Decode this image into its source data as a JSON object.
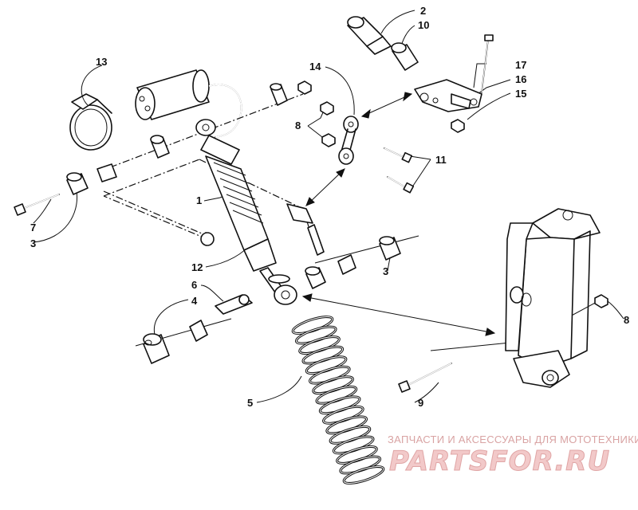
{
  "callouts": {
    "c2": "2",
    "c10": "10",
    "c13": "13",
    "c14": "14",
    "c17": "17",
    "c16": "16",
    "c15": "15",
    "c8a": "8",
    "c11": "11",
    "c1": "1",
    "c7": "7",
    "c3a": "3",
    "c12": "12",
    "c6": "6",
    "c4": "4",
    "c3b": "3",
    "c8b": "8",
    "c5": "5",
    "c9": "9"
  },
  "watermark": {
    "subtitle": "ЗАПЧАСТИ И АКСЕССУАРЫ ДЛЯ МОТОТЕХНИКИ",
    "brand": "PARTSFOR.RU"
  }
}
